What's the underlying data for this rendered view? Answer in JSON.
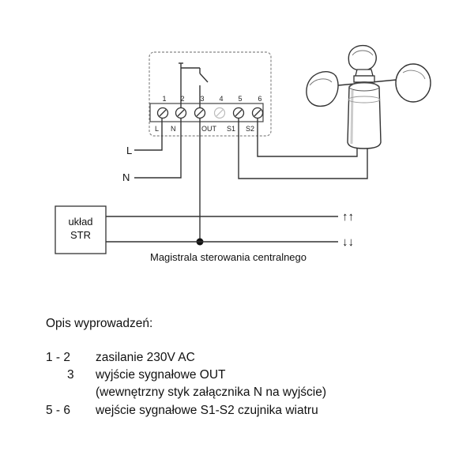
{
  "terminals": {
    "numbers": [
      "1",
      "2",
      "3",
      "4",
      "5",
      "6"
    ],
    "labels": [
      "L",
      "N",
      "OUT",
      "S1",
      "S2"
    ]
  },
  "inputs": {
    "l_label": "L",
    "n_label": "N"
  },
  "str_box": {
    "line1": "układ",
    "line2": "STR"
  },
  "bus": {
    "caption": "Magistrala sterowania centralnego",
    "up_arrows": "↑↑",
    "down_arrows": "↓↓"
  },
  "description": {
    "title": "Opis wyprowadzeń:",
    "rows": [
      {
        "pins": "1 - 2",
        "text": "zasilanie 230V AC"
      },
      {
        "pins": "3",
        "text": "wyjście sygnałowe OUT"
      },
      {
        "pins": "",
        "text": "(wewnętrzny styk załącznika N na  wyjście)"
      },
      {
        "pins": "5 - 6",
        "text": "wejście sygnałowe S1-S2 czujnika wiatru"
      }
    ]
  }
}
